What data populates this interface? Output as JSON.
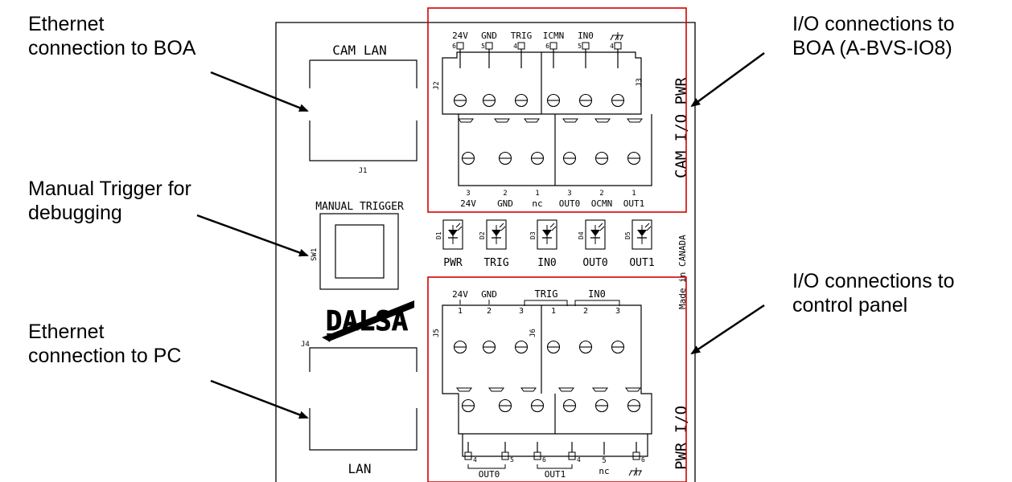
{
  "callouts": {
    "eth_boa": [
      "Ethernet",
      "connection to BOA"
    ],
    "manual_trigger": [
      "Manual Trigger for",
      "debugging"
    ],
    "eth_pc": [
      "Ethernet",
      "connection to PC"
    ],
    "io_boa": [
      "I/O connections to",
      "BOA (A-BVS-IO8)"
    ],
    "io_panel": [
      "I/O connections to",
      "control panel"
    ]
  },
  "board": {
    "cam_lan": "CAM LAN",
    "j1": "J1",
    "manual_trigger": "MANUAL TRIGGER",
    "sw1": "SW1",
    "logo": "DALSA",
    "j4": "J4",
    "lan": "LAN",
    "made_in": "Made in CANADA",
    "cam_io_pwr": "CAM I/O PWR",
    "pwr_io": "PWR I/O",
    "j2": "J2",
    "j3": "J3",
    "j5": "J5",
    "j6": "J6",
    "top_pins": [
      {
        "label": "24V",
        "num": "6"
      },
      {
        "label": "GND",
        "num": "5"
      },
      {
        "label": "TRIG",
        "num": "4"
      },
      {
        "label": "ICMN",
        "num": "6"
      },
      {
        "label": "IN0",
        "num": "5"
      },
      {
        "label": "",
        "num": "4"
      }
    ],
    "cam_lower_pins": [
      {
        "num": "3",
        "label": "24V"
      },
      {
        "num": "2",
        "label": "GND"
      },
      {
        "num": "1",
        "label": "nc"
      },
      {
        "num": "3",
        "label": "OUT0"
      },
      {
        "num": "2",
        "label": "OCMN"
      },
      {
        "num": "1",
        "label": "OUT1"
      }
    ],
    "leds": [
      {
        "id": "D1",
        "label": "PWR"
      },
      {
        "id": "D2",
        "label": "TRIG"
      },
      {
        "id": "D3",
        "label": "IN0"
      },
      {
        "id": "D4",
        "label": "OUT0"
      },
      {
        "id": "D5",
        "label": "OUT1"
      }
    ],
    "pwr_top": [
      {
        "label": "24V",
        "num": "1"
      },
      {
        "label": "GND",
        "num": "2"
      },
      {
        "label": "",
        "num": "3"
      },
      {
        "label": "",
        "num": "1"
      },
      {
        "label": "",
        "num": "2"
      },
      {
        "label": "",
        "num": "3"
      }
    ],
    "pwr_group_labels": {
      "trig": "TRIG",
      "in0": "IN0"
    },
    "bottom_nums": [
      "4",
      "5",
      "6",
      "4",
      "5",
      "6"
    ],
    "bottom_nc": "nc",
    "bottom_groups": {
      "out0": "OUT0",
      "out1": "OUT1"
    }
  },
  "colors": {
    "highlight": "#d40000",
    "line": "#000000"
  }
}
